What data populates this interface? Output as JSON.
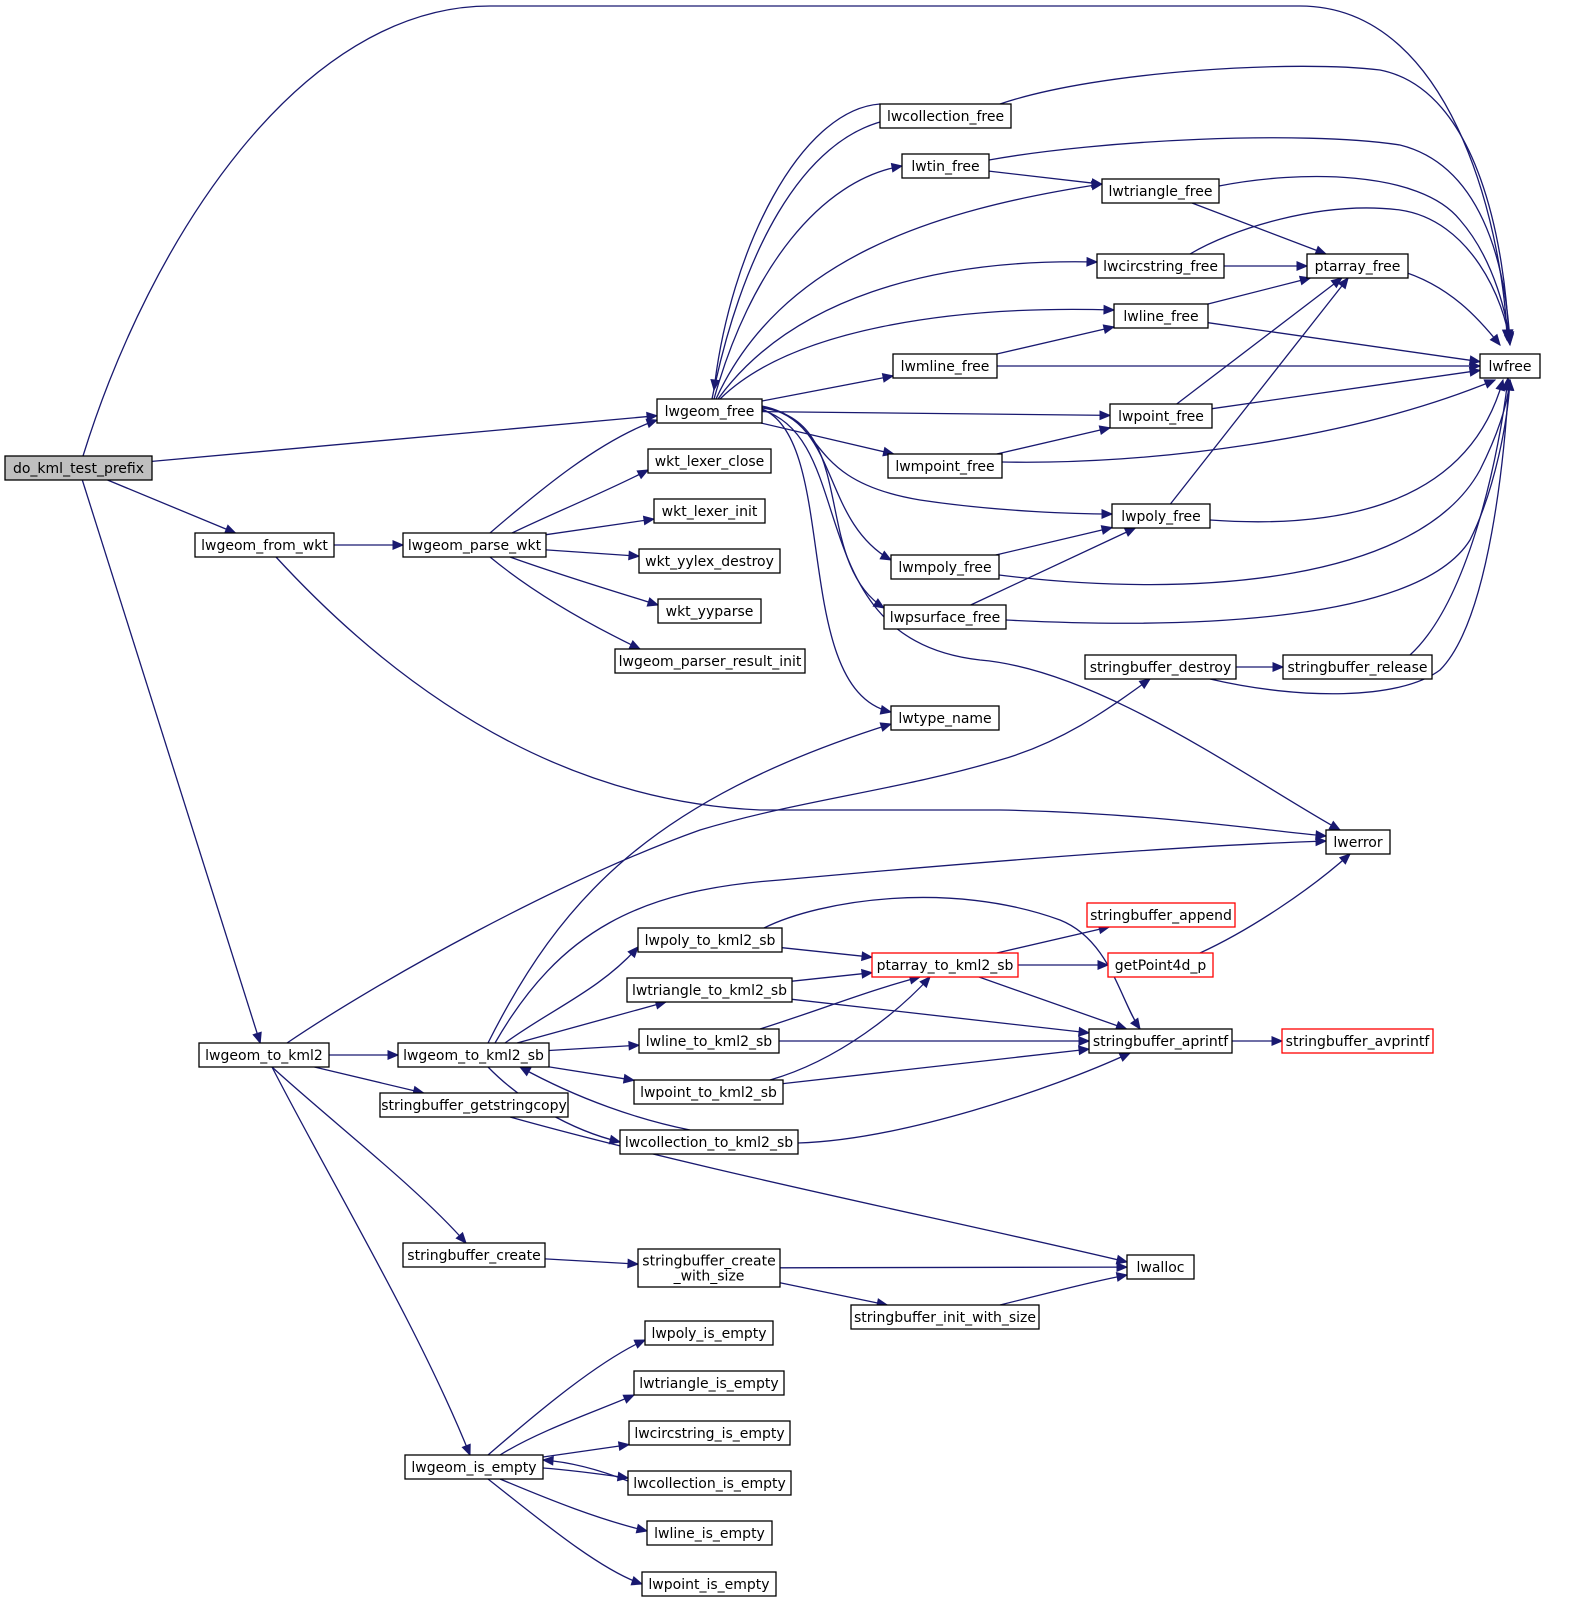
{
  "colors": {
    "edge": "#191970",
    "node_border": "#000000",
    "node_border_truncated": "#ff0000",
    "node_fill": "#ffffff",
    "root_fill": "#bfbfbf",
    "text": "#000000"
  },
  "graph": {
    "type": "call graph",
    "nodes": [
      {
        "id": "do_kml_test_prefix",
        "label": "do_kml_test_prefix",
        "root": true
      },
      {
        "id": "lwgeom_free",
        "label": "lwgeom_free"
      },
      {
        "id": "lwgeom_from_wkt",
        "label": "lwgeom_from_wkt"
      },
      {
        "id": "lwgeom_parse_wkt",
        "label": "lwgeom_parse_wkt"
      },
      {
        "id": "lwgeom_to_kml2",
        "label": "lwgeom_to_kml2"
      },
      {
        "id": "lwgeom_to_kml2_sb",
        "label": "lwgeom_to_kml2_sb"
      },
      {
        "id": "stringbuffer_getstringcopy",
        "label": "stringbuffer_getstringcopy"
      },
      {
        "id": "stringbuffer_create",
        "label": "stringbuffer_create"
      },
      {
        "id": "lwgeom_is_empty",
        "label": "lwgeom_is_empty"
      },
      {
        "id": "lwcollection_free",
        "label": "lwcollection_free"
      },
      {
        "id": "lwtin_free",
        "label": "lwtin_free"
      },
      {
        "id": "lwmline_free",
        "label": "lwmline_free"
      },
      {
        "id": "lwmpoint_free",
        "label": "lwmpoint_free"
      },
      {
        "id": "lwmpoly_free",
        "label": "lwmpoly_free"
      },
      {
        "id": "lwpsurface_free",
        "label": "lwpsurface_free"
      },
      {
        "id": "lwtype_name",
        "label": "lwtype_name"
      },
      {
        "id": "wkt_lexer_close",
        "label": "wkt_lexer_close"
      },
      {
        "id": "wkt_lexer_init",
        "label": "wkt_lexer_init"
      },
      {
        "id": "wkt_yylex_destroy",
        "label": "wkt_yylex_destroy"
      },
      {
        "id": "wkt_yyparse",
        "label": "wkt_yyparse"
      },
      {
        "id": "lwgeom_parser_result_init",
        "label": "lwgeom_parser_result_init"
      },
      {
        "id": "lwtriangle_free",
        "label": "lwtriangle_free"
      },
      {
        "id": "lwcircstring_free",
        "label": "lwcircstring_free"
      },
      {
        "id": "lwline_free",
        "label": "lwline_free"
      },
      {
        "id": "lwpoint_free",
        "label": "lwpoint_free"
      },
      {
        "id": "lwpoly_free",
        "label": "lwpoly_free"
      },
      {
        "id": "ptarray_free",
        "label": "ptarray_free"
      },
      {
        "id": "lwfree",
        "label": "lwfree"
      },
      {
        "id": "stringbuffer_destroy",
        "label": "stringbuffer_destroy"
      },
      {
        "id": "stringbuffer_release",
        "label": "stringbuffer_release"
      },
      {
        "id": "lwerror",
        "label": "lwerror"
      },
      {
        "id": "lwpoly_to_kml2_sb",
        "label": "lwpoly_to_kml2_sb"
      },
      {
        "id": "lwtriangle_to_kml2_sb",
        "label": "lwtriangle_to_kml2_sb"
      },
      {
        "id": "lwline_to_kml2_sb",
        "label": "lwline_to_kml2_sb"
      },
      {
        "id": "lwpoint_to_kml2_sb",
        "label": "lwpoint_to_kml2_sb"
      },
      {
        "id": "lwcollection_to_kml2_sb",
        "label": "lwcollection_to_kml2_sb"
      },
      {
        "id": "ptarray_to_kml2_sb",
        "label": "ptarray_to_kml2_sb",
        "truncated": true
      },
      {
        "id": "stringbuffer_append",
        "label": "stringbuffer_append",
        "truncated": true
      },
      {
        "id": "getPoint4d_p",
        "label": "getPoint4d_p",
        "truncated": true
      },
      {
        "id": "stringbuffer_aprintf",
        "label": "stringbuffer_aprintf"
      },
      {
        "id": "stringbuffer_avprintf",
        "label": "stringbuffer_avprintf",
        "truncated": true
      },
      {
        "id": "stringbuffer_create_with_size",
        "label": "stringbuffer_create\n_with_size"
      },
      {
        "id": "stringbuffer_init_with_size",
        "label": "stringbuffer_init_with_size"
      },
      {
        "id": "lwalloc",
        "label": "lwalloc"
      },
      {
        "id": "lwpoly_is_empty",
        "label": "lwpoly_is_empty"
      },
      {
        "id": "lwtriangle_is_empty",
        "label": "lwtriangle_is_empty"
      },
      {
        "id": "lwcircstring_is_empty",
        "label": "lwcircstring_is_empty"
      },
      {
        "id": "lwcollection_is_empty",
        "label": "lwcollection_is_empty"
      },
      {
        "id": "lwline_is_empty",
        "label": "lwline_is_empty"
      },
      {
        "id": "lwpoint_is_empty",
        "label": "lwpoint_is_empty"
      }
    ],
    "edges": [
      [
        "do_kml_test_prefix",
        "lwfree"
      ],
      [
        "do_kml_test_prefix",
        "lwgeom_free"
      ],
      [
        "do_kml_test_prefix",
        "lwgeom_from_wkt"
      ],
      [
        "do_kml_test_prefix",
        "lwgeom_to_kml2"
      ],
      [
        "lwgeom_from_wkt",
        "lwgeom_parse_wkt"
      ],
      [
        "lwgeom_from_wkt",
        "lwerror"
      ],
      [
        "lwgeom_parse_wkt",
        "lwgeom_free"
      ],
      [
        "lwgeom_parse_wkt",
        "wkt_lexer_close"
      ],
      [
        "lwgeom_parse_wkt",
        "wkt_lexer_init"
      ],
      [
        "lwgeom_parse_wkt",
        "wkt_yylex_destroy"
      ],
      [
        "lwgeom_parse_wkt",
        "wkt_yyparse"
      ],
      [
        "lwgeom_parse_wkt",
        "lwgeom_parser_result_init"
      ],
      [
        "lwgeom_free",
        "lwcollection_free"
      ],
      [
        "lwgeom_free",
        "lwtin_free"
      ],
      [
        "lwgeom_free",
        "lwtriangle_free"
      ],
      [
        "lwgeom_free",
        "lwcircstring_free"
      ],
      [
        "lwgeom_free",
        "lwline_free"
      ],
      [
        "lwgeom_free",
        "lwmline_free"
      ],
      [
        "lwgeom_free",
        "lwpoint_free"
      ],
      [
        "lwgeom_free",
        "lwmpoint_free"
      ],
      [
        "lwgeom_free",
        "lwpoly_free"
      ],
      [
        "lwgeom_free",
        "lwmpoly_free"
      ],
      [
        "lwgeom_free",
        "lwpsurface_free"
      ],
      [
        "lwgeom_free",
        "lwtype_name"
      ],
      [
        "lwgeom_free",
        "lwerror"
      ],
      [
        "lwcollection_free",
        "lwgeom_free"
      ],
      [
        "lwcollection_free",
        "lwfree"
      ],
      [
        "lwtin_free",
        "lwtriangle_free"
      ],
      [
        "lwtin_free",
        "lwfree"
      ],
      [
        "lwtriangle_free",
        "ptarray_free"
      ],
      [
        "lwtriangle_free",
        "lwfree"
      ],
      [
        "lwcircstring_free",
        "ptarray_free"
      ],
      [
        "lwcircstring_free",
        "lwfree"
      ],
      [
        "lwline_free",
        "ptarray_free"
      ],
      [
        "lwline_free",
        "lwfree"
      ],
      [
        "lwmline_free",
        "lwline_free"
      ],
      [
        "lwmline_free",
        "lwfree"
      ],
      [
        "lwpoint_free",
        "ptarray_free"
      ],
      [
        "lwpoint_free",
        "lwfree"
      ],
      [
        "lwmpoint_free",
        "lwpoint_free"
      ],
      [
        "lwmpoint_free",
        "lwfree"
      ],
      [
        "lwpoly_free",
        "ptarray_free"
      ],
      [
        "lwpoly_free",
        "lwfree"
      ],
      [
        "lwmpoly_free",
        "lwpoly_free"
      ],
      [
        "lwmpoly_free",
        "lwfree"
      ],
      [
        "lwpsurface_free",
        "lwpoly_free"
      ],
      [
        "lwpsurface_free",
        "lwfree"
      ],
      [
        "ptarray_free",
        "lwfree"
      ],
      [
        "stringbuffer_destroy",
        "stringbuffer_release"
      ],
      [
        "stringbuffer_destroy",
        "lwfree"
      ],
      [
        "stringbuffer_release",
        "lwfree"
      ],
      [
        "lwgeom_to_kml2",
        "stringbuffer_destroy"
      ],
      [
        "lwgeom_to_kml2",
        "lwgeom_to_kml2_sb"
      ],
      [
        "lwgeom_to_kml2",
        "stringbuffer_getstringcopy"
      ],
      [
        "lwgeom_to_kml2",
        "stringbuffer_create"
      ],
      [
        "lwgeom_to_kml2",
        "lwgeom_is_empty"
      ],
      [
        "lwgeom_to_kml2_sb",
        "lwtype_name"
      ],
      [
        "lwgeom_to_kml2_sb",
        "lwerror"
      ],
      [
        "lwgeom_to_kml2_sb",
        "lwpoly_to_kml2_sb"
      ],
      [
        "lwgeom_to_kml2_sb",
        "lwtriangle_to_kml2_sb"
      ],
      [
        "lwgeom_to_kml2_sb",
        "lwline_to_kml2_sb"
      ],
      [
        "lwgeom_to_kml2_sb",
        "lwpoint_to_kml2_sb"
      ],
      [
        "lwgeom_to_kml2_sb",
        "lwcollection_to_kml2_sb"
      ],
      [
        "lwcollection_to_kml2_sb",
        "lwgeom_to_kml2_sb"
      ],
      [
        "lwcollection_to_kml2_sb",
        "stringbuffer_aprintf"
      ],
      [
        "lwpoly_to_kml2_sb",
        "ptarray_to_kml2_sb"
      ],
      [
        "lwpoly_to_kml2_sb",
        "stringbuffer_aprintf"
      ],
      [
        "lwtriangle_to_kml2_sb",
        "ptarray_to_kml2_sb"
      ],
      [
        "lwtriangle_to_kml2_sb",
        "stringbuffer_aprintf"
      ],
      [
        "lwline_to_kml2_sb",
        "ptarray_to_kml2_sb"
      ],
      [
        "lwline_to_kml2_sb",
        "stringbuffer_aprintf"
      ],
      [
        "lwpoint_to_kml2_sb",
        "ptarray_to_kml2_sb"
      ],
      [
        "lwpoint_to_kml2_sb",
        "stringbuffer_aprintf"
      ],
      [
        "ptarray_to_kml2_sb",
        "stringbuffer_append"
      ],
      [
        "ptarray_to_kml2_sb",
        "getPoint4d_p"
      ],
      [
        "ptarray_to_kml2_sb",
        "stringbuffer_aprintf"
      ],
      [
        "getPoint4d_p",
        "lwerror"
      ],
      [
        "stringbuffer_aprintf",
        "stringbuffer_avprintf"
      ],
      [
        "stringbuffer_getstringcopy",
        "lwalloc"
      ],
      [
        "stringbuffer_create",
        "stringbuffer_create_with_size"
      ],
      [
        "stringbuffer_create_with_size",
        "lwalloc"
      ],
      [
        "stringbuffer_create_with_size",
        "stringbuffer_init_with_size"
      ],
      [
        "stringbuffer_init_with_size",
        "lwalloc"
      ],
      [
        "lwgeom_is_empty",
        "lwpoly_is_empty"
      ],
      [
        "lwgeom_is_empty",
        "lwtriangle_is_empty"
      ],
      [
        "lwgeom_is_empty",
        "lwcircstring_is_empty"
      ],
      [
        "lwgeom_is_empty",
        "lwcollection_is_empty"
      ],
      [
        "lwgeom_is_empty",
        "lwline_is_empty"
      ],
      [
        "lwgeom_is_empty",
        "lwpoint_is_empty"
      ],
      [
        "lwcollection_is_empty",
        "lwgeom_is_empty"
      ]
    ]
  }
}
